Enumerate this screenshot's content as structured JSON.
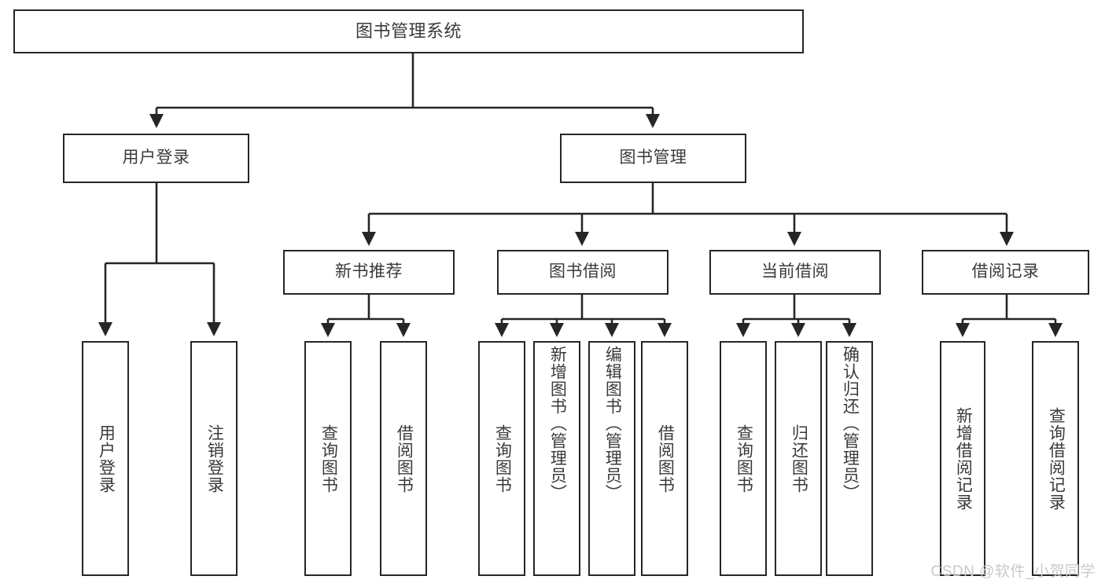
{
  "diagram": {
    "type": "tree",
    "title": "图书管理系统",
    "watermark": "CSDN @软件_小贺同学",
    "colors": {
      "box_border": "#262626",
      "box_fill": "#ffffff",
      "edge": "#262626",
      "text": "#3a3a3a",
      "watermark": "#c9c9c9"
    },
    "nodes": {
      "root": {
        "label": "图书管理系统"
      },
      "level2": [
        {
          "id": "user-login",
          "label": "用户登录"
        },
        {
          "id": "book-management",
          "label": "图书管理"
        }
      ],
      "level3": [
        {
          "id": "new-book-recommend",
          "label": "新书推荐"
        },
        {
          "id": "book-borrow",
          "label": "图书借阅"
        },
        {
          "id": "current-borrow",
          "label": "当前借阅"
        },
        {
          "id": "borrow-record",
          "label": "借阅记录"
        }
      ],
      "leaves": [
        {
          "id": "leaf-user-login",
          "parent": "user-login",
          "label": "用户登录"
        },
        {
          "id": "leaf-logout",
          "parent": "user-login",
          "label": "注销登录"
        },
        {
          "id": "leaf-query-book-1",
          "parent": "new-book-recommend",
          "label": "查询图书"
        },
        {
          "id": "leaf-borrow-book-1",
          "parent": "new-book-recommend",
          "label": "借阅图书"
        },
        {
          "id": "leaf-query-book-2",
          "parent": "book-borrow",
          "label": "查询图书"
        },
        {
          "id": "leaf-add-book",
          "parent": "book-borrow",
          "label": "新增图书（管理员）"
        },
        {
          "id": "leaf-edit-book",
          "parent": "book-borrow",
          "label": "编辑图书（管理员）"
        },
        {
          "id": "leaf-borrow-book-2",
          "parent": "book-borrow",
          "label": "借阅图书"
        },
        {
          "id": "leaf-query-book-3",
          "parent": "current-borrow",
          "label": "查询图书"
        },
        {
          "id": "leaf-return-book",
          "parent": "current-borrow",
          "label": "归还图书"
        },
        {
          "id": "leaf-confirm-return",
          "parent": "current-borrow",
          "label": "确认归还（管理员）"
        },
        {
          "id": "leaf-add-record",
          "parent": "borrow-record",
          "label": "新增借阅记录"
        },
        {
          "id": "leaf-query-record",
          "parent": "borrow-record",
          "label": "查询借阅记录"
        }
      ]
    }
  }
}
